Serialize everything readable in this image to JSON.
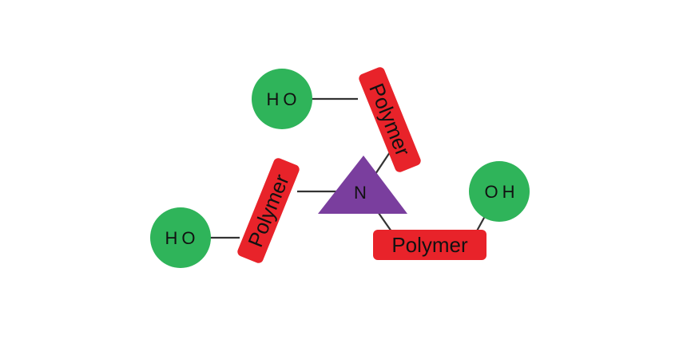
{
  "center": {
    "label": "N",
    "color": "#7a3e9e"
  },
  "polymers": [
    {
      "label": "Polymer",
      "color": "#e8232a"
    },
    {
      "label": "Polymer",
      "color": "#e8232a"
    },
    {
      "label": "Polymer",
      "color": "#e8232a"
    }
  ],
  "end_groups": [
    {
      "label": "HO",
      "color": "#2fb45a"
    },
    {
      "label": "HO",
      "color": "#2fb45a"
    },
    {
      "label": "OH",
      "color": "#2fb45a"
    }
  ],
  "bond_color": "#333333"
}
